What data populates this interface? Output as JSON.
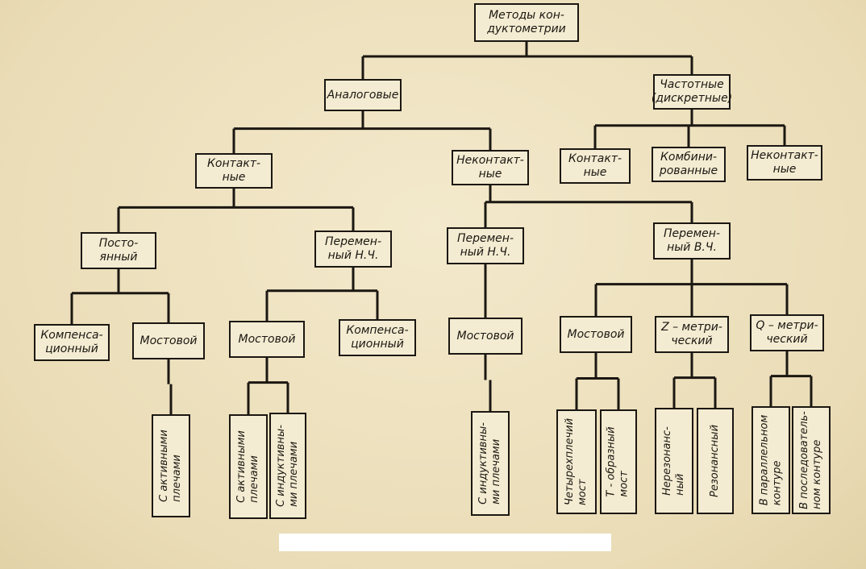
{
  "diagram": {
    "nodes": {
      "root": "Методы кон-\nдуктометрии",
      "analog": "Аналоговые",
      "freq": "Частотные\n(дискретные)",
      "a_contact": "Контакт-\nные",
      "a_noncontact": "Неконтакт-\nные",
      "f_contact": "Контакт-\nные",
      "f_combined": "Комбини-\nрованные",
      "f_noncontact": "Неконтакт-\nные",
      "c_const": "Посто-\nянный",
      "c_ac_lf": "Перемен-\nный Н.Ч.",
      "n_ac_lf": "Перемен-\nный Н.Ч.",
      "n_ac_hf": "Перемен-\nный В.Ч.",
      "cc_comp": "Компенса-\nционный",
      "cc_bridge": "Мостовой",
      "cl_bridge": "Мостовой",
      "cl_comp": "Компенса-\nционный",
      "nl_bridge": "Мостовой",
      "nh_bridge": "Мостовой",
      "nh_z": "Z – метри-\nческий",
      "nh_q": "Q – метри-\nческий",
      "leaf_cc_active": "С активными\nплечами",
      "leaf_cl_active": "С активными\nплечами",
      "leaf_cl_induct": "С индуктивны-\nми плечами",
      "leaf_nl_induct": "С индуктивны-\nми плечами",
      "leaf_four_arm": "Четырехплечий\nмост",
      "leaf_t_bridge": "Т - образный\nмост",
      "leaf_nonres": "Нерезонанс-\nный",
      "leaf_res": "Резонансный",
      "leaf_parallel": "В параллельном\nконтуре",
      "leaf_series": "В последователь-\nном контуре"
    }
  }
}
